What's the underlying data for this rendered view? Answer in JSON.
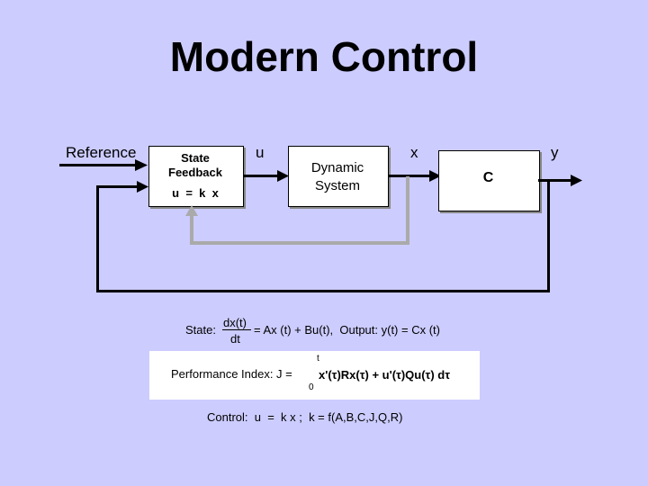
{
  "slide": {
    "title": "Modern Control"
  },
  "diagram": {
    "reference_label": "Reference",
    "state_feedback": {
      "title_line1": "State",
      "title_line2": "Feedback",
      "law": "u  =  k  x"
    },
    "u_label": "u",
    "dynamic_system": {
      "line1": "Dynamic",
      "line2": "System"
    },
    "x_label": "x",
    "c_block": "C",
    "y_label": "y"
  },
  "equations": {
    "state": {
      "prefix": "State:",
      "frac_num": "dx(t)",
      "frac_den": "dt",
      "rhs": "= Ax (t) + Bu(t),  Output: y(t) = Cx (t)"
    },
    "performance": {
      "label": "Performance Index: J =",
      "upper_limit": "t",
      "lower_limit": "0",
      "integrand": "x'(τ)Rx(τ) + u'(τ)Qu(τ) dτ"
    },
    "control": "Control:  u  =  k x ;  k = f(A,B,C,J,Q,R)"
  }
}
